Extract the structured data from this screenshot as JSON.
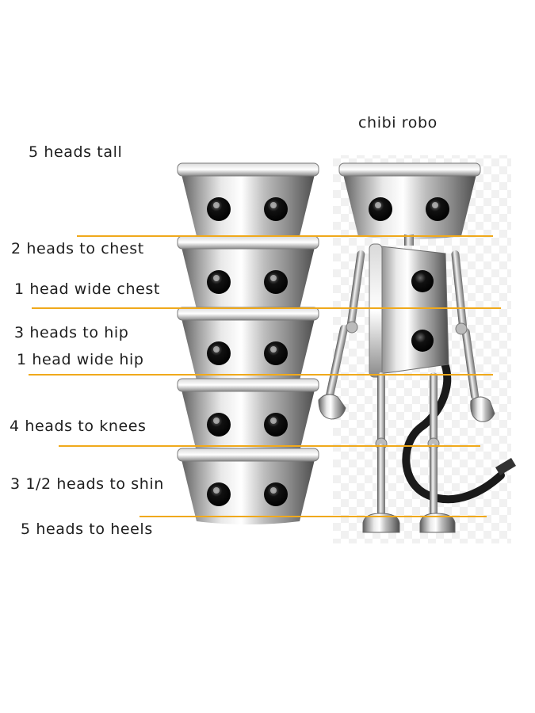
{
  "title": "chibi robo",
  "height_label": "5 heads tall",
  "proportion_labels": {
    "chest": "2 heads to chest",
    "chest_width": "1 head wide chest",
    "hip": "3 heads to hip",
    "hip_width": "1 head wide hip",
    "knees": "4 heads to knees",
    "shin": "3 1/2 heads to shin",
    "heels": "5 heads to heels"
  },
  "head_stack_count": 5,
  "colors": {
    "guide_line": "#f0a91b",
    "metal_light": "#f2f2f2",
    "metal_mid": "#b9b9b9",
    "metal_dark": "#6b6b6b",
    "eye": "#0d0d0d",
    "cable": "#1a1a1a"
  }
}
